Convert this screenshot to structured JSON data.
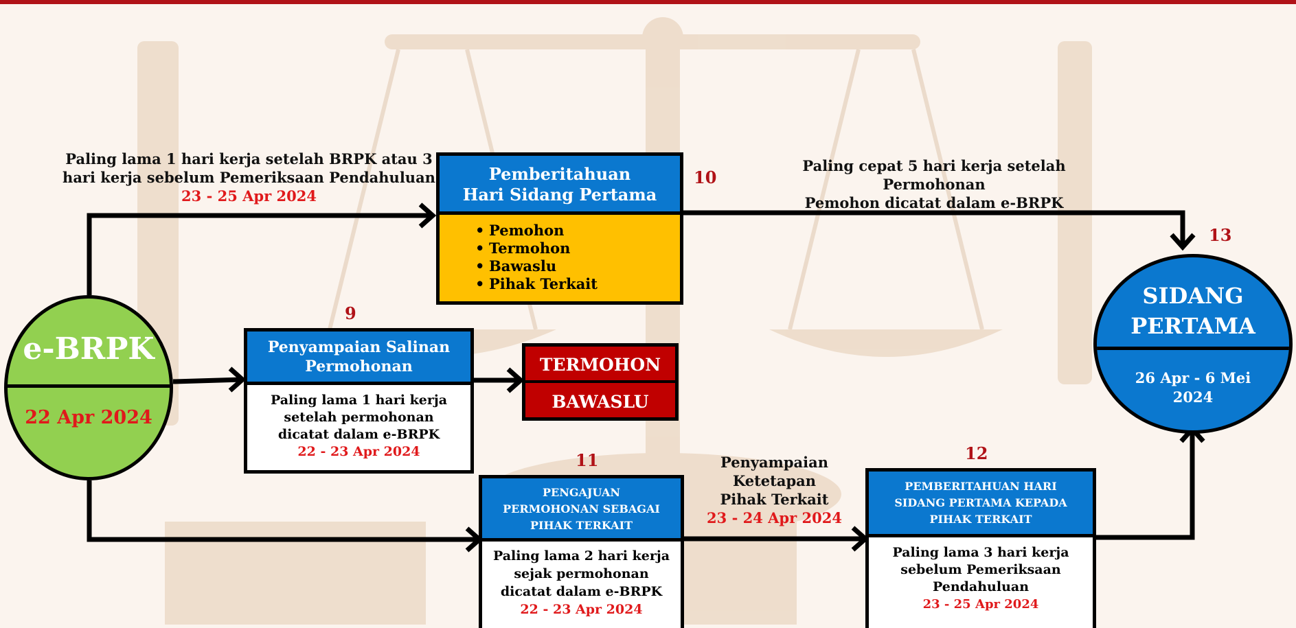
{
  "start": {
    "title": "e-BRPK",
    "date": "22 Apr 2024"
  },
  "end": {
    "number": "13",
    "title_line1": "SIDANG",
    "title_line2": "PERTAMA",
    "date_line1": "26 Apr  - 6 Mei",
    "date_line2": "2024"
  },
  "step10": {
    "number": "10",
    "title_line1": "Pemberitahuan",
    "title_line2": "Hari Sidang Pertama",
    "recipients": [
      "Pemohon",
      "Termohon",
      "Bawaslu",
      "Pihak Terkait"
    ],
    "note_left_line1": "Paling lama 1 hari  kerja setelah BRPK atau 3",
    "note_left_line2": "hari kerja sebelum Pemeriksaan Pendahuluan",
    "note_left_date": "23 - 25 Apr 2024",
    "note_right_line1": "Paling cepat 5 hari kerja  setelah Permohonan",
    "note_right_line2": "Pemohon dicatat dalam e-BRPK"
  },
  "step9": {
    "number": "9",
    "title_line1": "Penyampaian Salinan",
    "title_line2": "Permohonan",
    "body_line1": "Paling lama 1 hari kerja",
    "body_line2": "setelah permohonan",
    "body_line3": "dicatat dalam e-BRPK",
    "date": "22 - 23 Apr 2024",
    "targets": [
      "TERMOHON",
      "BAWASLU"
    ]
  },
  "step11": {
    "number": "11",
    "title_line1": "PENGAJUAN",
    "title_line2": "PERMOHONAN SEBAGAI",
    "title_line3": "PIHAK TERKAIT",
    "body_line1": "Paling lama 2 hari kerja",
    "body_line2": "sejak permohonan",
    "body_line3": "dicatat dalam e-BRPK",
    "date": "22 - 23 Apr 2024"
  },
  "middle_note": {
    "line1": "Penyampaian Ketetapan",
    "line2": "Pihak Terkait",
    "date": "23 - 24 Apr 2024"
  },
  "step12": {
    "number": "12",
    "title_line1": "PEMBERITAHUAN HARI",
    "title_line2": "SIDANG PERTAMA KEPADA",
    "title_line3": "PIHAK TERKAIT",
    "body_line1": "Paling lama 3 hari kerja",
    "body_line2": "sebelum Pemeriksaan",
    "body_line3": "Pendahuluan",
    "date": "23 - 25 Apr 2024"
  },
  "colors": {
    "blue": "#0b78cf",
    "green": "#92d050",
    "orange": "#ffc000",
    "dark_red": "#c00000",
    "date_red": "#e0191b",
    "number_red": "#b01217"
  }
}
